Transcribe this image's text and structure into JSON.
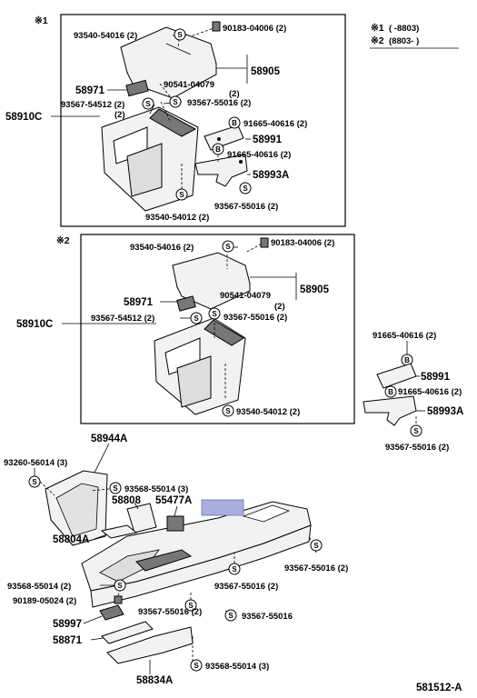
{
  "legend": {
    "line1_mark": "※1",
    "line1_range": "(      -8803)",
    "line2_mark": "※2",
    "line2_range": "(8803-       )"
  },
  "box1": {
    "mark": "※1",
    "labels": {
      "screw_top": "93540-54016 (2)",
      "clip_top": "90183-04006 (2)",
      "pad": "90541-04079",
      "pad_qty": "(2)",
      "part_58905": "58905",
      "part_58971": "58971",
      "screw_left": "93567-54512 (2)",
      "screw_left_qty": "(2)",
      "screw_mid": "93567-55016 (2)",
      "part_58910C": "58910C",
      "bolt_b1": "91665-40616 (2)",
      "part_58991": "58991",
      "bolt_b2": "91665-40616 (2)",
      "part_58993A": "58993A",
      "screw_bot": "93567-55016 (2)",
      "screw_bot2": "93540-54012 (2)"
    }
  },
  "box2": {
    "mark": "※2",
    "labels": {
      "screw_top": "93540-54016 (2)",
      "clip_top": "90183-04006 (2)",
      "pad": "90541-04079",
      "pad_qty": "(2)",
      "part_58905": "58905",
      "part_58971": "58971",
      "screw_left": "93567-54512 (2)",
      "screw_mid": "93567-55016 (2)",
      "part_58910C": "58910C",
      "screw_bot": "93540-54012 (2)"
    }
  },
  "side": {
    "bolt_b1": "91665-40616 (2)",
    "part_58991": "58991",
    "bolt_b2": "91665-40616 (2)",
    "part_58993A": "58993A",
    "screw": "93567-55016 (2)"
  },
  "lower": {
    "part_58944A": "58944A",
    "screw_9326": "93260-56014 (3)",
    "screw_93568_a": "93568-55014 (3)",
    "part_58808": "58808",
    "part_55477A": "55477A",
    "part_58804A": "58804A",
    "screw_93567_r": "93567-55016 (2)",
    "screw_93568_b": "93568-55014 (2)",
    "screw_93567_c": "93567-55016 (2)",
    "clip_90189": "90189-05024 (2)",
    "screw_93567_d": "93567-55016 (2)",
    "screw_93567_e": "93567-55016",
    "part_58997": "58997",
    "part_58871": "58871",
    "screw_93568_c": "93568-55014 (3)",
    "part_58834A": "58834A"
  },
  "footer": {
    "diagram_no": "581512-A"
  },
  "colors": {
    "highlight": "#a9aee0",
    "line": "#000000",
    "part_fill": "#f2f2f2"
  },
  "symbols": {
    "screw": "S",
    "bolt": "B"
  }
}
